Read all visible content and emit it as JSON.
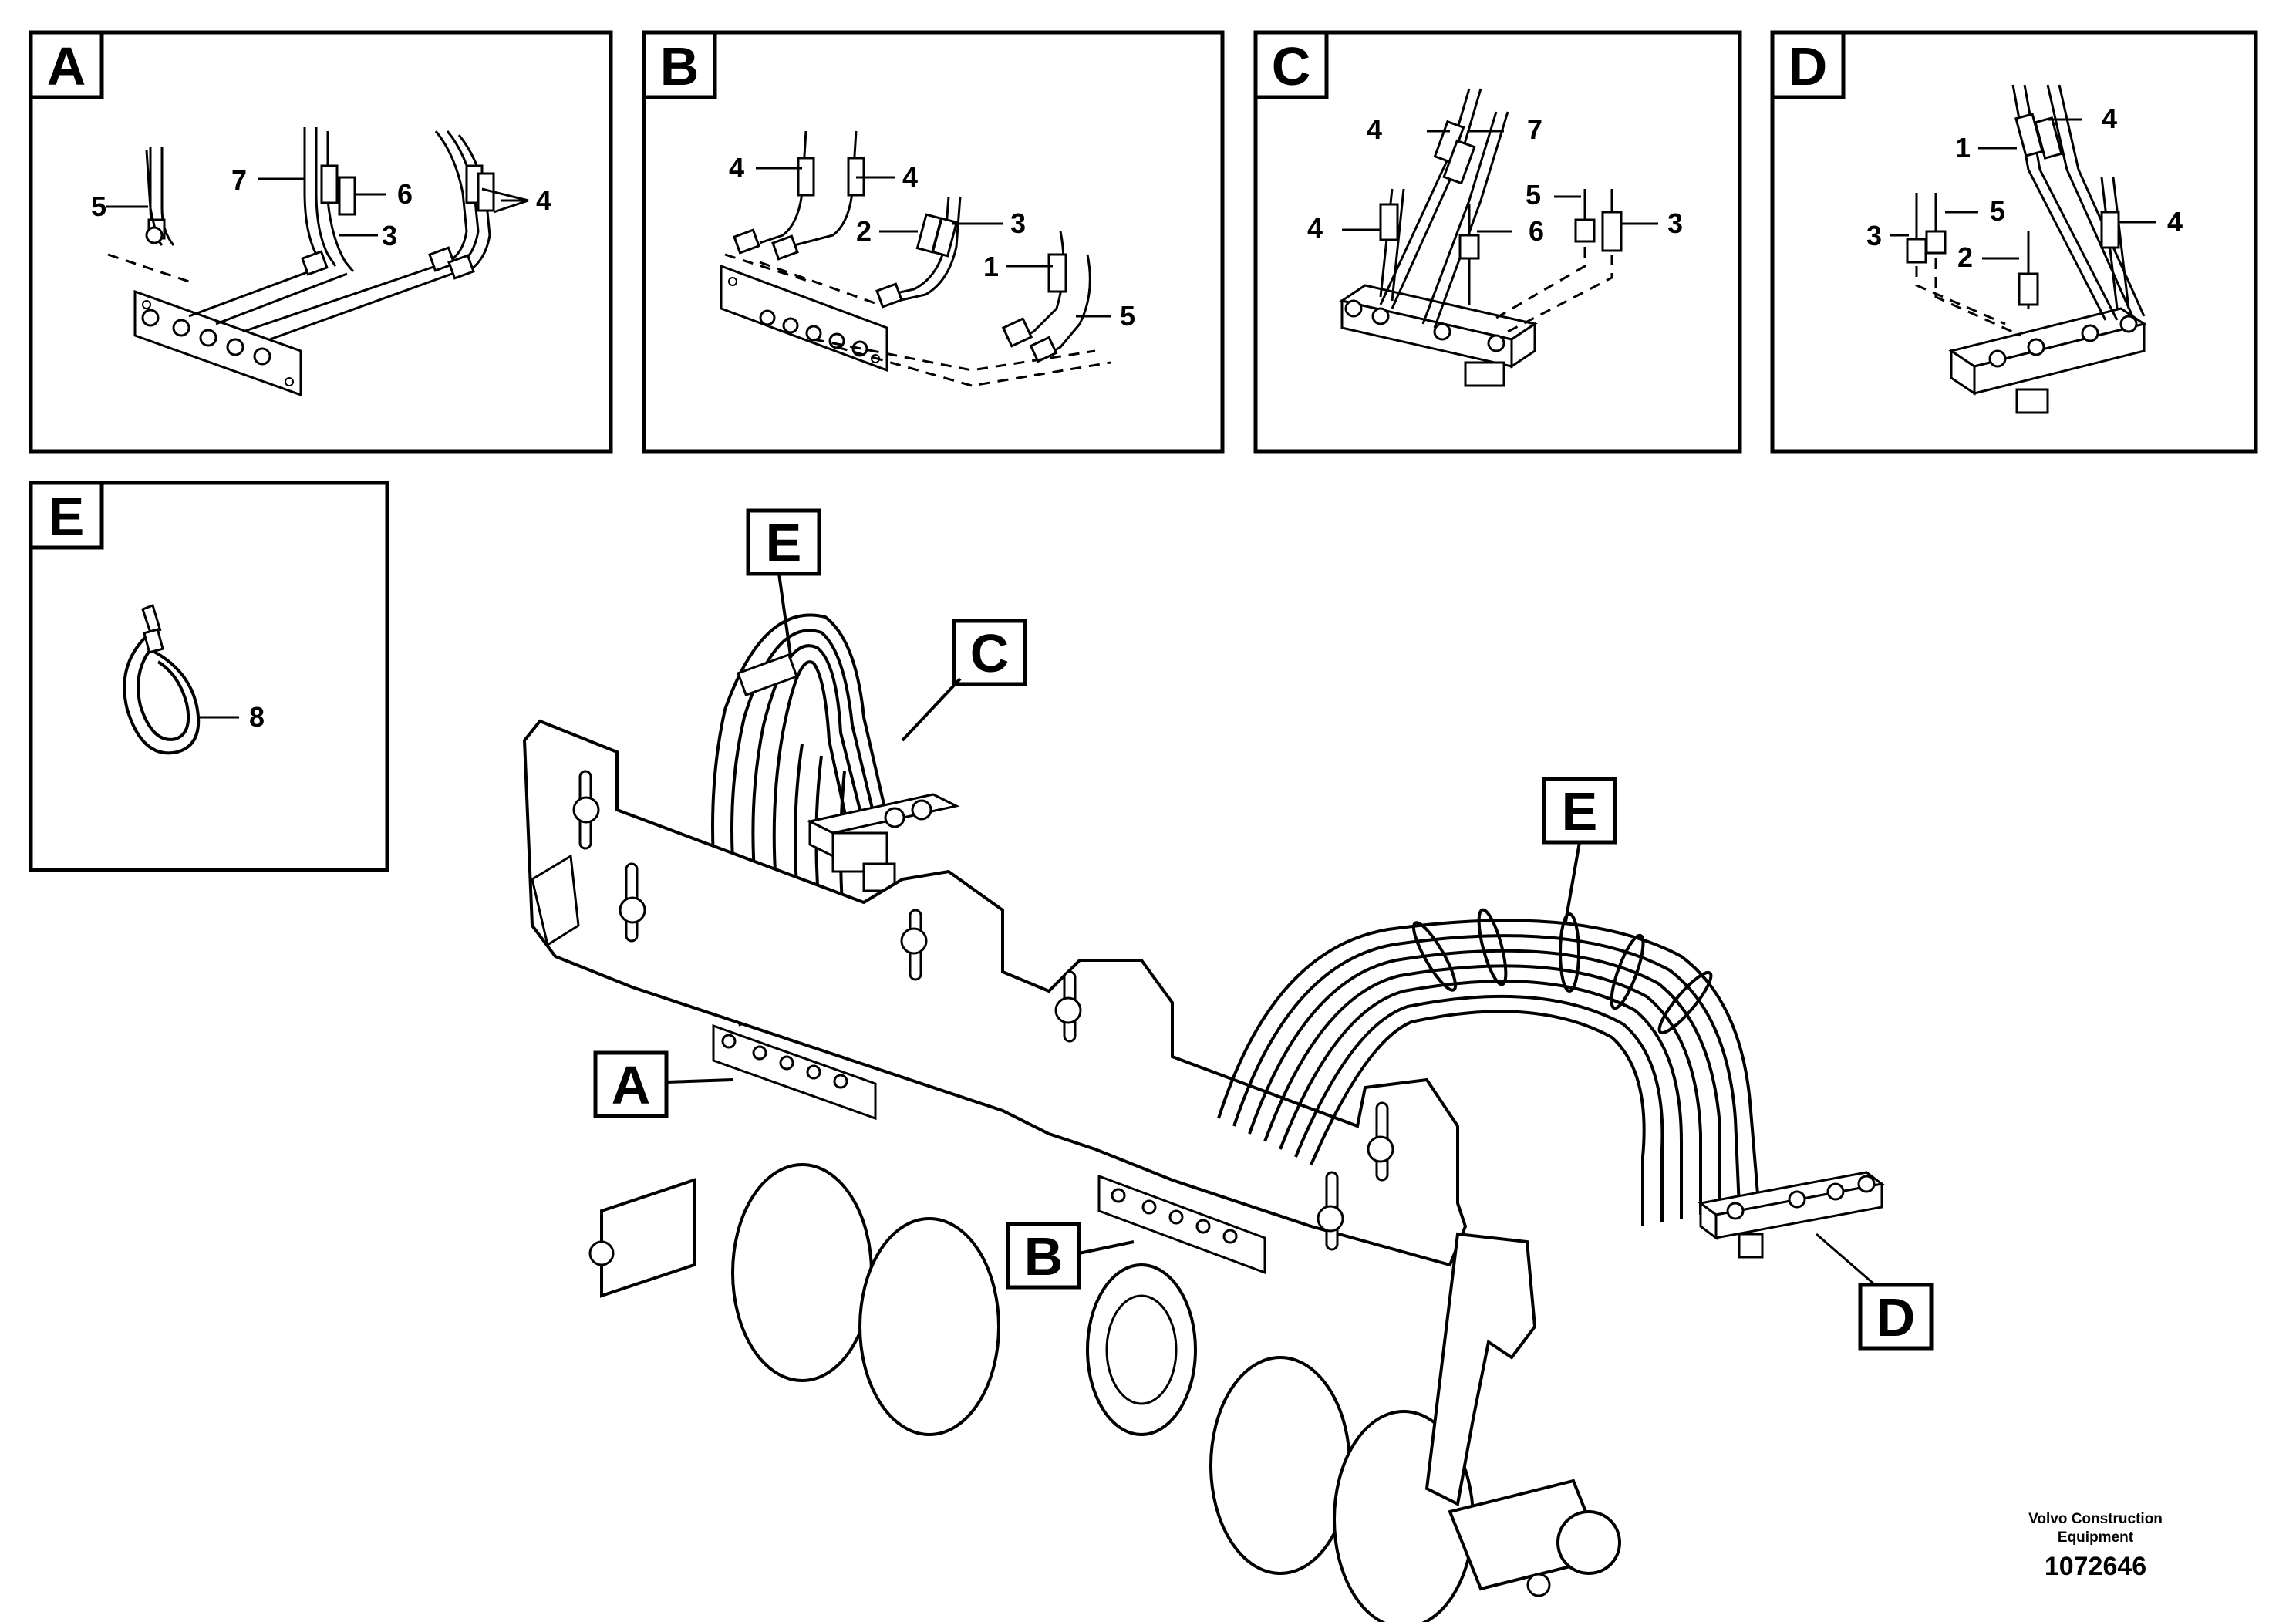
{
  "panels": {
    "A": {
      "tag": "A",
      "callouts": {
        "n5": "5",
        "n7": "7",
        "n6": "6",
        "n3": "3",
        "n4": "4"
      }
    },
    "B": {
      "tag": "B",
      "callouts": {
        "n4a": "4",
        "n4b": "4",
        "n2": "2",
        "n3": "3",
        "n1": "1",
        "n5": "5"
      }
    },
    "C": {
      "tag": "C",
      "callouts": {
        "n4a": "4",
        "n7": "7",
        "n4b": "4",
        "n5": "5",
        "n6": "6",
        "n3": "3"
      }
    },
    "D": {
      "tag": "D",
      "callouts": {
        "n1": "1",
        "n4a": "4",
        "n3": "3",
        "n5": "5",
        "n2": "2",
        "n4b": "4"
      }
    },
    "E": {
      "tag": "E",
      "callouts": {
        "n8": "8"
      }
    }
  },
  "main": {
    "view_tags": {
      "E_top": "E",
      "C": "C",
      "E_right": "E",
      "A": "A",
      "B": "B",
      "D": "D"
    }
  },
  "footer": {
    "manufacturer_line1": "Volvo Construction",
    "manufacturer_line2": "Equipment",
    "part_number": "1072646"
  }
}
